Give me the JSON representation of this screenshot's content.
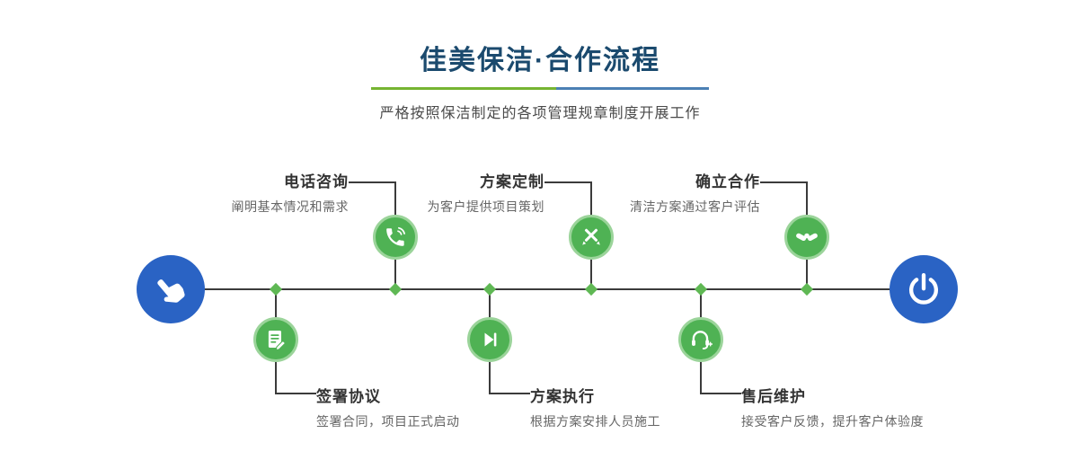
{
  "header": {
    "title": "佳美保洁·合作流程",
    "subtitle": "严格按照保洁制定的各项管理规章制度开展工作"
  },
  "timeline": {
    "start_icon": "hand-pointer-icon",
    "end_icon": "power-icon"
  },
  "steps_top": [
    {
      "title": "电话咨询",
      "desc": "阐明基本情况和需求",
      "icon": "phone-icon"
    },
    {
      "title": "方案定制",
      "desc": "为客户提供项目策划",
      "icon": "pencil-ruler-icon"
    },
    {
      "title": "确立合作",
      "desc": "清洁方案通过客户评估",
      "icon": "handshake-icon"
    }
  ],
  "steps_bottom": [
    {
      "title": "签署协议",
      "desc": "签署合同，项目正式启动",
      "icon": "contract-icon"
    },
    {
      "title": "方案执行",
      "desc": "根据方案安排人员施工",
      "icon": "play-next-icon"
    },
    {
      "title": "售后维护",
      "desc": "接受客户反馈，提升客户体验度",
      "icon": "headset-icon"
    }
  ],
  "colors": {
    "title_navy": "#1b4a6e",
    "accent_green": "#4fb254",
    "accent_blue": "#2a63c4",
    "divider_green": "#76b431",
    "divider_blue": "#4b80b4",
    "line": "#3b3b3b"
  }
}
